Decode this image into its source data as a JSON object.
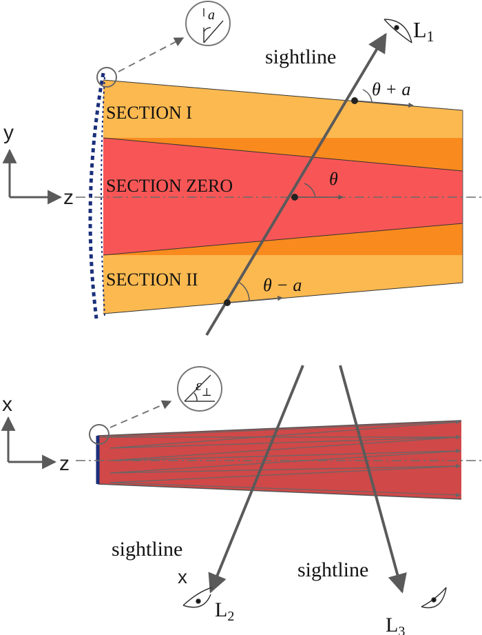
{
  "top_panel": {
    "axis_y_label": "y",
    "axis_z_label": "z",
    "sections": {
      "section_1": "SECTION I",
      "section_zero": "SECTION ZERO",
      "section_2": "SECTION II"
    },
    "sightline_label": "sightline",
    "observer_label": "L",
    "observer_sub": "1",
    "angle_upper": "θ + a",
    "angle_middle": "θ",
    "angle_lower": "θ − a",
    "inset_label": "a"
  },
  "bottom_panel": {
    "axis_x_label": "x",
    "axis_z_label": "z",
    "sightline_left_label": "sightline",
    "sightline_left_x": "x",
    "sightline_right_label": "sightline",
    "observer_left_label": "L",
    "observer_left_sub": "2",
    "observer_right_label": "L",
    "observer_right_sub": "3",
    "inset_label": "ε",
    "inset_sub": "⊥"
  },
  "colors": {
    "outer_section": "#FBB950",
    "band": "#F98A1E",
    "section_zero": "#F85656",
    "bottom_body": "#D04848",
    "edge_dots": "#1A2F7A",
    "line_gray": "#5A5A5A"
  }
}
